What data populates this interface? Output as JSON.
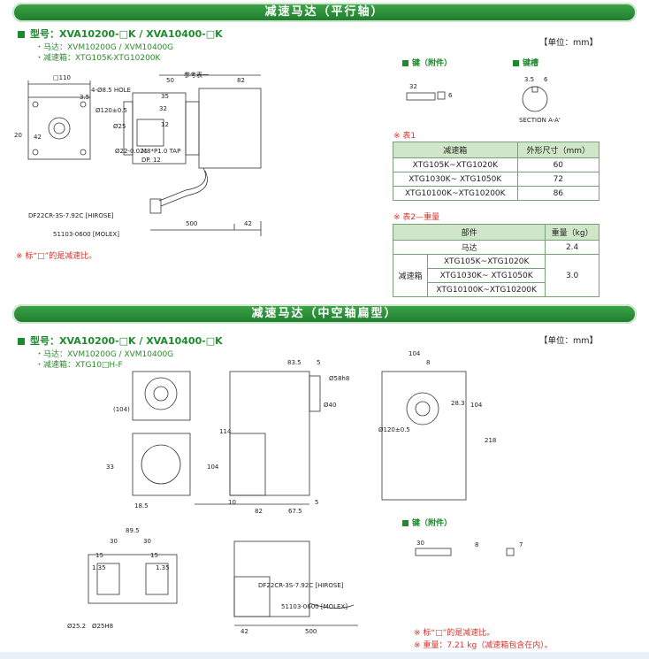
{
  "section1": {
    "title": "减速马达（平行轴）",
    "model": "型号：XVA10200-□K / XVA10400-□K",
    "motor": "・马达：XVM10200G / XVM10400G",
    "gearbox": "・减速箱：XTG105K-XTG10200K",
    "unit": "【单位：mm】",
    "key_label": "键（附件）",
    "keyway_label": "键槽",
    "section_label": "SECTION A-A'",
    "drawing_labels": {
      "d110": "□110",
      "hole": "4-Ø8.5 HOLE",
      "d120": "Ø120±0.5",
      "d35": "3.5",
      "d20": "20",
      "d42": "42",
      "d50": "50",
      "ref1": "参考表一",
      "d82": "82",
      "d35b": "35",
      "d32": "32",
      "d12": "12",
      "d25": "Ø25",
      "tap": "M8*P1.0 TAP",
      "dp": "DP. 12",
      "d22": "Ø22-0.021",
      "conn1": "DF22CR-3S-7.92C [HIROSE]",
      "conn2": "51103-0600 [MOLEX]",
      "d500": "500",
      "d42b": "42",
      "k32": "32",
      "k6": "6",
      "k35": "3.5",
      "k6b": "6"
    },
    "note": "※ 标“□”的是减速比。",
    "table1": {
      "caption": "※ 表1",
      "headers": [
        "减速箱",
        "外形尺寸（mm）"
      ],
      "rows": [
        [
          "XTG105K~XTG1020K",
          "60"
        ],
        [
          "XTG1030K~ XTG1050K",
          "72"
        ],
        [
          "XTG10100K~XTG10200K",
          "86"
        ]
      ]
    },
    "table2": {
      "caption": "※ 表2—重量",
      "headers": [
        "部件",
        "重量（kg）"
      ],
      "motor_row": [
        "马达",
        "2.4"
      ],
      "gear_label": "减速箱",
      "gear_rows": [
        "XTG105K~XTG1020K",
        "XTG1030K~ XTG1050K",
        "XTG10100K~XTG10200K"
      ],
      "gear_weight": "3.0"
    }
  },
  "section2": {
    "title": "减速马达（中空轴扁型）",
    "model": "型号：XVA10200-□K / XVA10400-□K",
    "motor": "・马达：XVM10200G / XVM10400G",
    "gearbox": "・减速箱：XTG10□H-F",
    "unit": "【单位：mm】",
    "key_label": "键（附件）",
    "drawing_labels": {
      "d104a": "(104)",
      "d33": "33",
      "d185": "18.5",
      "d835": "83.5",
      "d5": "5",
      "d58": "Ø58h8",
      "d40": "Ø40",
      "d114": "114",
      "d104b": "104",
      "d10": "10",
      "d82": "82",
      "d675": "67.5",
      "d5b": "5",
      "d104c": "104",
      "d8": "8",
      "d283": "28.3",
      "d104d": "104",
      "d218": "218",
      "d120": "Ø120±0.5",
      "d895": "89.5",
      "d30a": "30",
      "d30b": "30",
      "d15a": "15",
      "d15b": "15",
      "d135a": "1.35",
      "d135b": "1.35",
      "d252": "Ø25.2",
      "d25h8": "Ø25H8",
      "conn1": "DF22CR-3S-7.92C [HIROSE]",
      "conn2": "51103-0600 [MOLEX]",
      "d42": "42",
      "d500": "500",
      "k30": "30",
      "k8": "8",
      "k7": "7"
    },
    "note1": "※ 标“□”的是减速比。",
    "note2": "※ 重量：7.21 kg（减速箱包含在内）。"
  },
  "colors": {
    "accent": "#1f8a2d",
    "note_red": "#d6312a",
    "table_head": "#cfe6c8"
  }
}
